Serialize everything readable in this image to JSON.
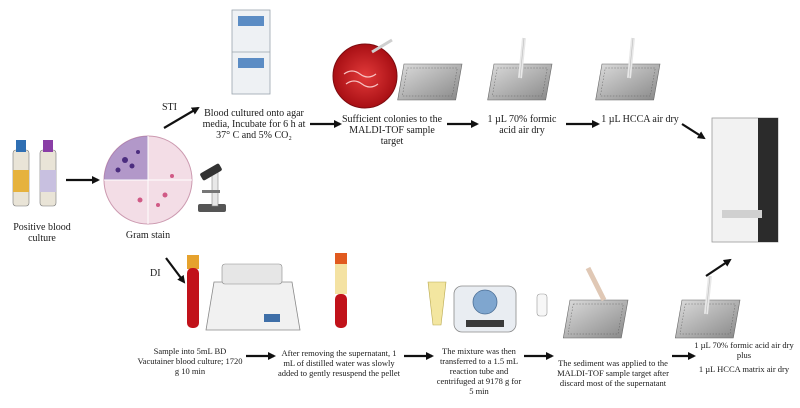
{
  "path_labels": {
    "sti": "STI",
    "di": "DI"
  },
  "steps": {
    "positive_blood_culture": "Positive blood culture",
    "gram_stain": "Gram stain",
    "sti_culture": "Blood cultured onto agar media, Incubate for 6 h at 37° C and 5% CO₂",
    "sti_colonies": "Sufficient colonies to the MALDI-TOF sample target",
    "sti_formic": "1 µL 70% formic acid air dry",
    "sti_hcca": "1 µL HCCA air dry",
    "di_sample": "Sample into 5mL BD Vacutainer  blood culture; 1720 g 10 min",
    "di_supernatant": "After removing the supernatant, 1 mL of distilled water was slowly added to gently resuspend the pellet",
    "di_mixture": "The mixture was then transferred to a 1.5 mL reaction tube  and centrifuged at 9178 g for 5 min",
    "di_sediment": "The sediment was applied to the MALDI-TOF sample target after discard most of the supernatant",
    "di_final_1": "1 µL 70% formic acid air dry plus",
    "di_final_2": "1 µL HCCA matrix air dry"
  },
  "icons": [
    "blood-culture-bottles-icon",
    "gram-stain-slide-icon",
    "microscope-icon",
    "incubator-icon",
    "agar-plate-icon",
    "maldi-target-plate-icon",
    "pipette-icon",
    "maldi-tof-instrument-icon",
    "vacutainer-tube-icon",
    "centrifuge-icon",
    "serum-tube-icon",
    "reaction-tube-icon",
    "microcentrifuge-icon"
  ]
}
